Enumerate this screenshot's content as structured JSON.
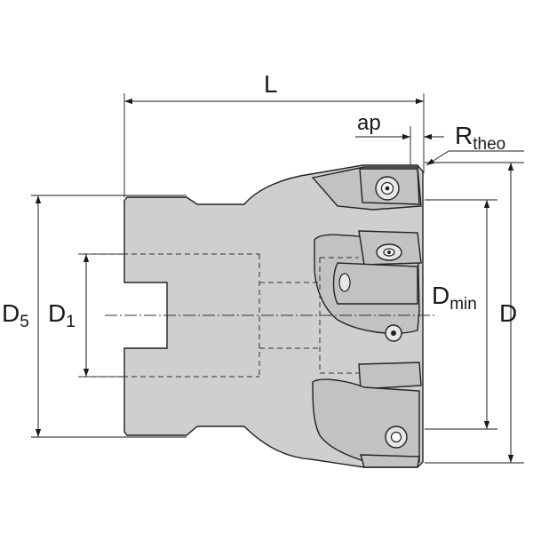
{
  "labels": {
    "length": "L",
    "cut_depth": "ap",
    "r_theo_base": "R",
    "r_theo_sub": "theo",
    "d5_base": "D",
    "d5_sub": "5",
    "d1_base": "D",
    "d1_sub": "1",
    "dmin_base": "D",
    "dmin_sub": "min",
    "diameter": "D"
  },
  "colors": {
    "body_fill": "#cfcfcf",
    "insert_fill": "#c2c2c2",
    "line": "#1a1a1a"
  }
}
